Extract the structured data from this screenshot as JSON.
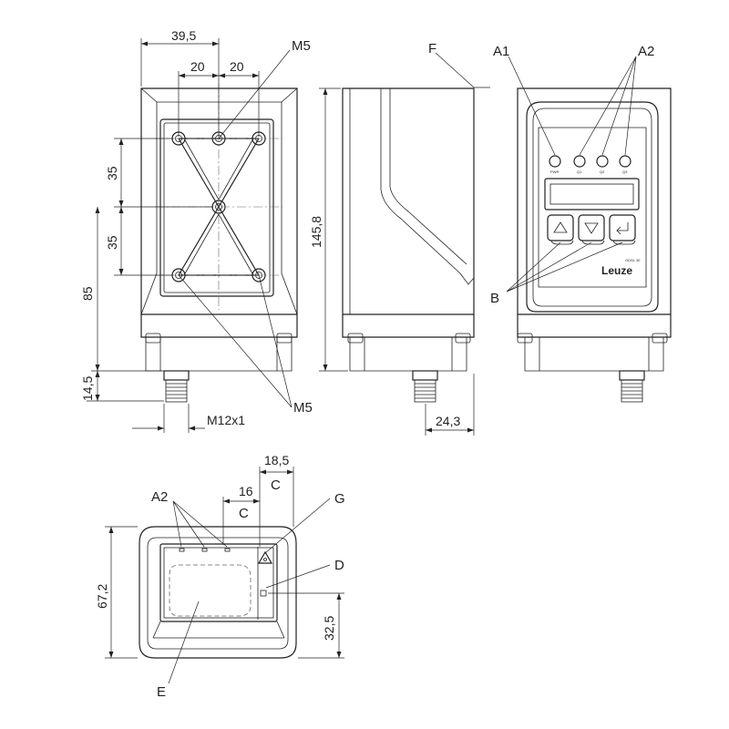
{
  "dimensions": {
    "width_total": "39,5",
    "hole_pitch_left": "20",
    "hole_pitch_right": "20",
    "vertical_upper": "35",
    "vertical_lower": "35",
    "height_85": "85",
    "height_total": "145,8",
    "connector_height": "14,5",
    "thread": "M12x1",
    "connector_offset": "24,3",
    "bottom_offset_c": "18,5",
    "bottom_offset_16": "16",
    "bottom_height": "67,2",
    "bottom_mid": "32,5"
  },
  "labels": {
    "m5_top": "M5",
    "m5_bottom": "M5",
    "f": "F",
    "a1": "A1",
    "a2_top": "A2",
    "b": "B",
    "a2_bottom": "A2",
    "c_upper": "C",
    "c_lower": "C",
    "g": "G",
    "d": "D",
    "e": "E"
  },
  "panel": {
    "brand": "Leuze",
    "model_tag": "ODSL 30",
    "led_labels": [
      "PWR",
      "Q1",
      "Q2",
      "Q3"
    ],
    "keys": [
      "up",
      "down",
      "enter"
    ]
  },
  "colors": {
    "line": "#222222",
    "background": "#ffffff"
  }
}
